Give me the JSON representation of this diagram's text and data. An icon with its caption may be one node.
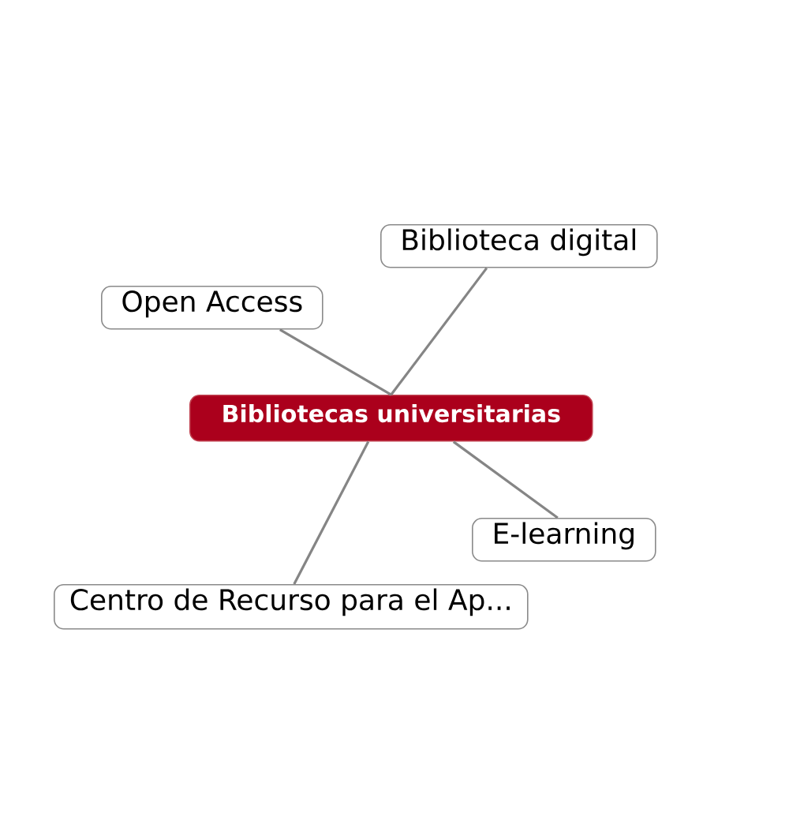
{
  "diagram": {
    "nodes": [
      {
        "text": [
          "Bibliotecas universitarias"
        ]
      },
      {
        "text": [
          "Biblioteca digital"
        ]
      },
      {
        "text": [
          "Open Access"
        ]
      },
      {
        "text": [
          "E-learning"
        ]
      },
      {
        "text": [
          "Centro de Recurso para el Ap..."
        ]
      }
    ],
    "edges": [
      {
        "from": 0,
        "to": 1,
        "arrow": "none"
      },
      {
        "from": 0,
        "to": 2,
        "arrow": "none"
      },
      {
        "from": 0,
        "to": 3,
        "arrow": "none"
      },
      {
        "from": 0,
        "to": 4,
        "arrow": "none"
      }
    ]
  }
}
